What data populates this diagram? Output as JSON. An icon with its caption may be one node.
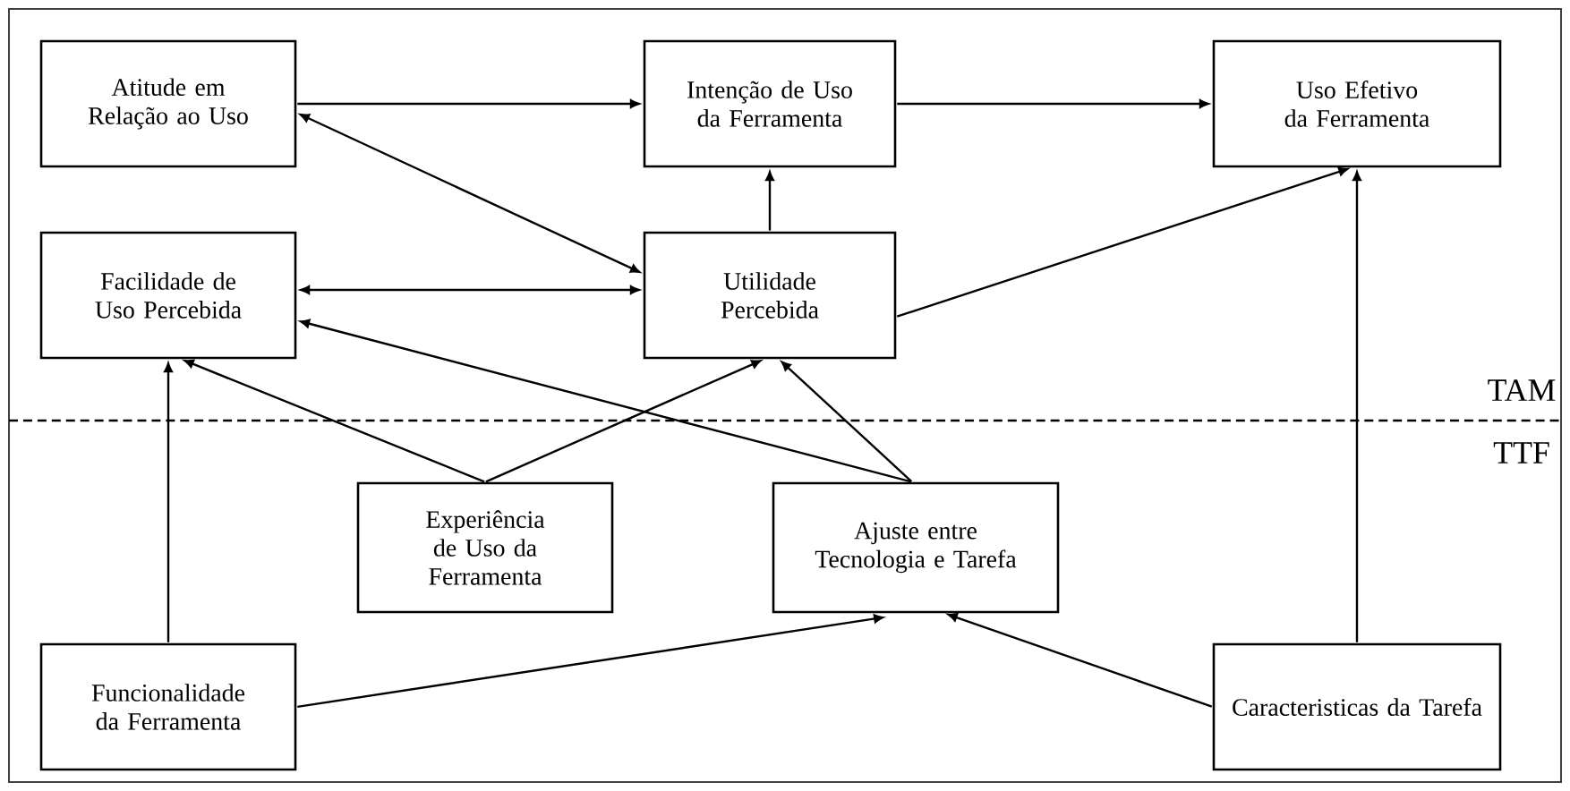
{
  "diagram": {
    "nodes": [
      {
        "text": [
          "Atitude em Relação ao Uso"
        ]
      },
      {
        "text": [
          "Intenção de Uso da Ferramenta"
        ]
      },
      {
        "text": [
          "Uso Efetivo da Ferramenta"
        ]
      },
      {
        "text": [
          "Facilidade de Uso Percebida"
        ]
      },
      {
        "text": [
          "Utilidade Percebida"
        ]
      },
      {
        "text": [
          "Experiência de Uso da Ferramenta"
        ]
      },
      {
        "text": [
          "Ajuste entre Tecnologia e Tarefa"
        ]
      },
      {
        "text": [
          "Funcionalidade da Ferramenta"
        ]
      },
      {
        "text": [
          "Caracteristicas da Tarefa"
        ]
      }
    ],
    "edges": [
      {
        "from": 0,
        "to": 1,
        "arrow": "to"
      },
      {
        "from": 1,
        "to": 2,
        "arrow": "to"
      },
      {
        "from": 0,
        "to": 4,
        "arrow": "both"
      },
      {
        "from": 3,
        "to": 4,
        "arrow": "both"
      },
      {
        "from": 4,
        "to": 1,
        "arrow": "to"
      },
      {
        "from": 4,
        "to": 2,
        "arrow": "to"
      },
      {
        "from": 5,
        "to": 3,
        "arrow": "to"
      },
      {
        "from": 5,
        "to": 4,
        "arrow": "to"
      },
      {
        "from": 6,
        "to": 3,
        "arrow": "to"
      },
      {
        "from": 6,
        "to": 4,
        "arrow": "to"
      },
      {
        "from": 7,
        "to": 3,
        "arrow": "to"
      },
      {
        "from": 7,
        "to": 6,
        "arrow": "to"
      },
      {
        "from": 8,
        "to": 6,
        "arrow": "to"
      },
      {
        "from": 8,
        "to": 2,
        "arrow": "to"
      }
    ],
    "labels": [
      "TAM",
      "TTF"
    ]
  }
}
